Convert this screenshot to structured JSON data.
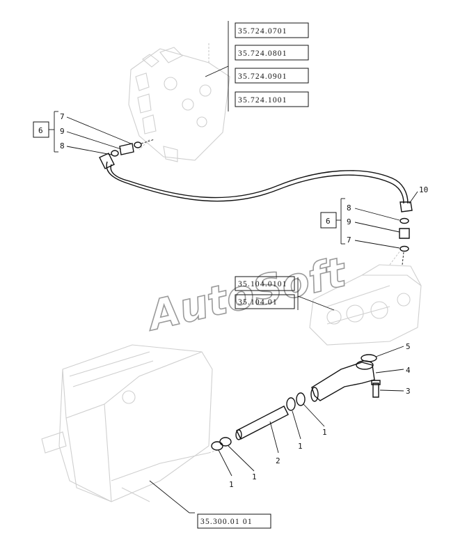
{
  "watermark": "AutoSoft",
  "refs": {
    "valve_top": [
      "35.724.0701",
      "35.724.0801",
      "35.724.0901",
      "35.724.1001"
    ],
    "pump": [
      "35.104.0101",
      "35.104.01"
    ],
    "tank": "35.300.01 01"
  },
  "groups": {
    "left": {
      "label": "6",
      "items": [
        "7",
        "9",
        "8"
      ]
    },
    "right": {
      "label": "6",
      "items": [
        "8",
        "9",
        "7"
      ]
    }
  },
  "callouts": {
    "hose": "10",
    "oring": "5",
    "elbow": "4",
    "bolt": "3",
    "clamp_right_a": "1",
    "clamp_right_b": "1",
    "suction_tube": "2",
    "clamp_left_a": "1",
    "clamp_left_b": "1"
  }
}
